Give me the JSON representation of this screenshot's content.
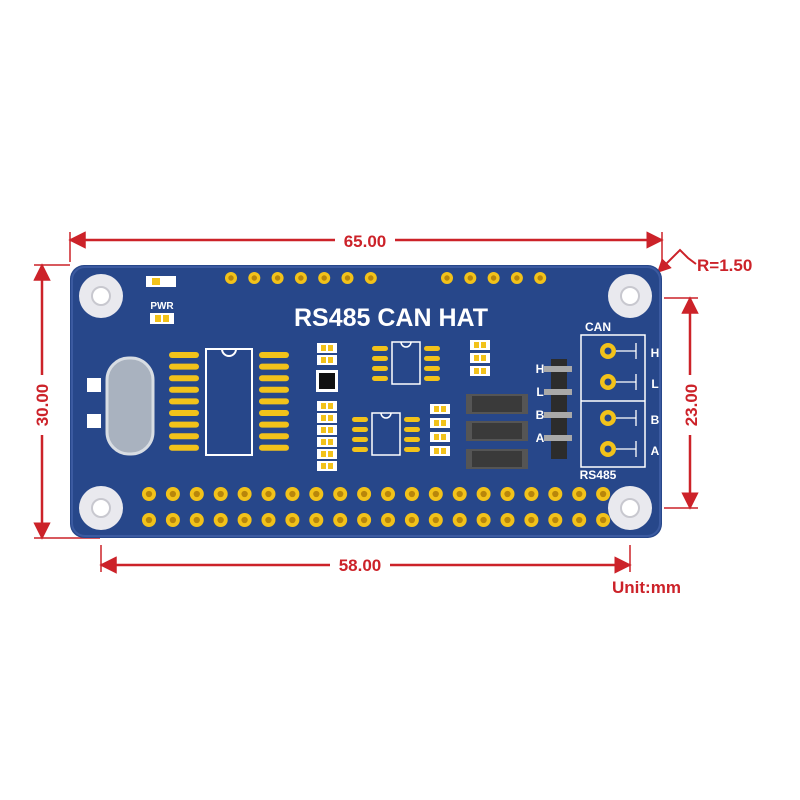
{
  "board": {
    "title": "RS485 CAN HAT",
    "pwr_label": "PWR",
    "can_label": "CAN",
    "rs485_label": "RS485",
    "header_pins": [
      "H",
      "L",
      "B",
      "A"
    ],
    "terminal_pins": [
      "H",
      "L",
      "B",
      "A"
    ]
  },
  "dimensions": {
    "width": "65.00",
    "height": "30.00",
    "hole_spacing_x": "58.00",
    "hole_spacing_y": "23.00",
    "corner_radius": "R=1.50",
    "unit": "Unit:mm"
  },
  "colors": {
    "board": "#27478a",
    "pad": "#f2c21a",
    "dimension": "#cc2229",
    "mount_hole": "#e9e9ee"
  }
}
